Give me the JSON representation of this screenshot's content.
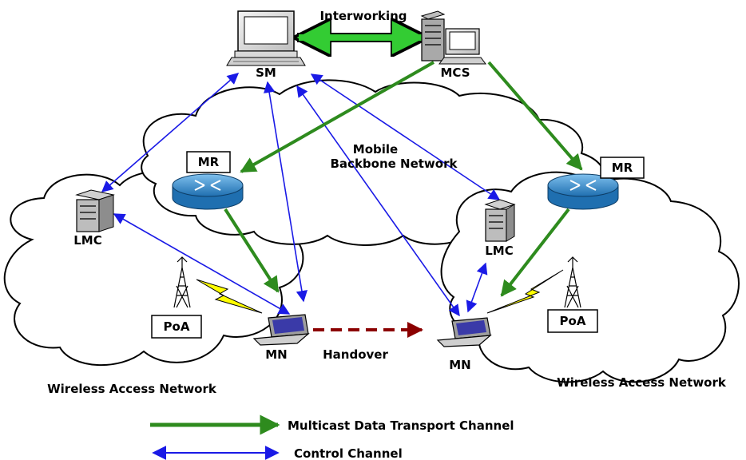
{
  "title": "Interworking",
  "nodes": {
    "sm": "SM",
    "mcs": "MCS",
    "mr_left": "MR",
    "mr_right": "MR",
    "lmc_left": "LMC",
    "lmc_right": "LMC",
    "poa_left": "PoA",
    "poa_right": "PoA",
    "mn_left": "MN",
    "mn_right": "MN"
  },
  "networks": {
    "backbone_line1": "Mobile",
    "backbone_line2": "Backbone Network",
    "access_left": "Wireless Access Network",
    "access_right": "Wireless Access Network"
  },
  "handover": "Handover",
  "legend": {
    "multicast": "Multicast Data Transport Channel",
    "control": "Control Channel"
  },
  "colors": {
    "multicast": "#2e8b1e",
    "control": "#1a1ae6",
    "interworking": "#33cc33",
    "handover": "#8b0000",
    "router": "#3a8fd0",
    "lightning": "#ffff00"
  }
}
